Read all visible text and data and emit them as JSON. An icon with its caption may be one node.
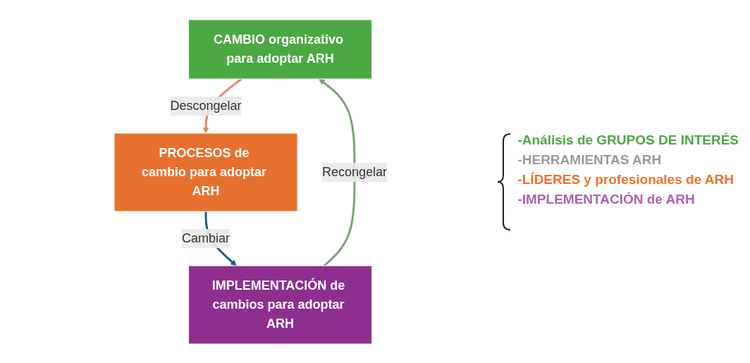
{
  "diagram": {
    "nodes": [
      {
        "text": [
          "CAMBIO organizativo para adoptar ARH"
        ]
      },
      {
        "text": [
          "PROCESOS de cambio para adoptar ARH"
        ]
      },
      {
        "text": [
          "IMPLEMENTACIÓN de cambios para adoptar ARH"
        ]
      }
    ],
    "edges": [
      {
        "from": 0,
        "to": 1,
        "arrow": "to",
        "label": "Descongelar",
        "color": "#e8876a"
      },
      {
        "from": 1,
        "to": 2,
        "arrow": "to",
        "label": "Cambiar",
        "color": "#1f5f7f"
      },
      {
        "from": 2,
        "to": 0,
        "arrow": "to",
        "label": "Recongelar",
        "color": "#7f9f7a"
      }
    ],
    "labels": [
      "-Análisis de GRUPOS DE INTERÉS",
      "-HERRAMIENTAS ARH",
      "-LÍDERES y profesionales de ARH",
      "-IMPLEMENTACIÓN de ARH"
    ]
  }
}
